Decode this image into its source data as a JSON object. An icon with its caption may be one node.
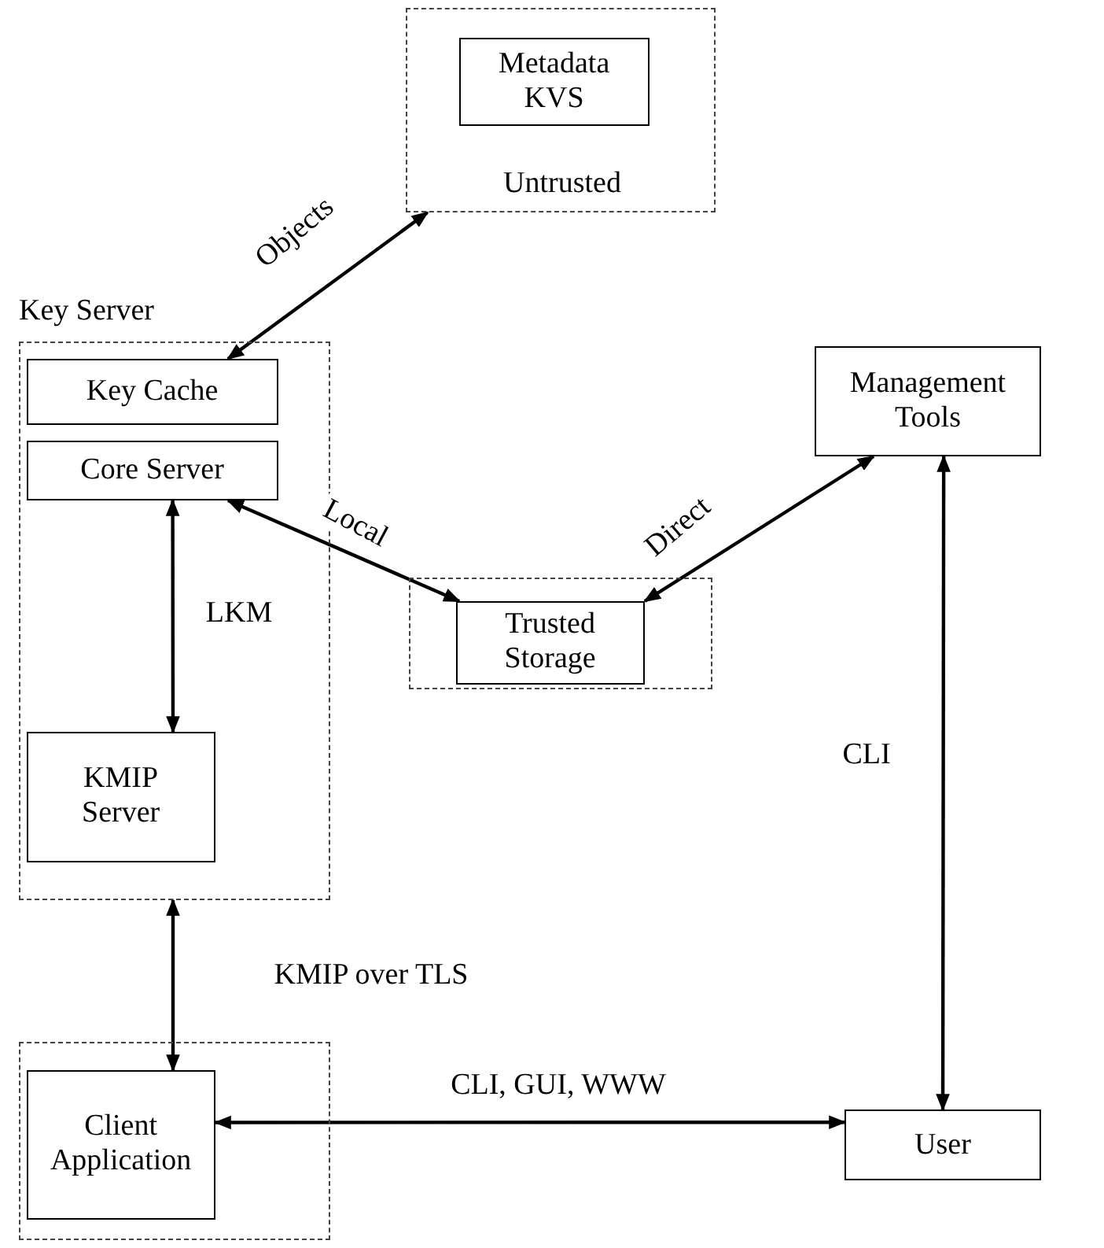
{
  "diagram": {
    "nodes": [
      {
        "text": [
          "Untrusted"
        ]
      },
      {
        "text": [
          "Metadata KVS"
        ],
        "in": 0
      },
      {
        "text": [
          "Key Server"
        ]
      },
      {
        "text": [
          "Key Cache"
        ],
        "in": 2
      },
      {
        "text": [
          "Core Server"
        ],
        "in": 2
      },
      {
        "text": [
          "KMIP Server"
        ],
        "in": 2
      },
      {
        "text": [
          "Management Tools"
        ]
      },
      {
        "text": [],
        "shape": "box"
      },
      {
        "text": [
          "Trusted Storage"
        ],
        "in": 7
      },
      {
        "text": [],
        "shape": "box"
      },
      {
        "text": [
          "Client Application"
        ],
        "in": 9
      },
      {
        "text": [
          "User"
        ]
      }
    ],
    "edges": [
      {
        "from": 0,
        "to": 3,
        "arrow": "both",
        "label": "Objects"
      },
      {
        "from": 4,
        "to": 8,
        "arrow": "both",
        "label": "Local"
      },
      {
        "from": 6,
        "to": 8,
        "arrow": "both",
        "label": "Direct"
      },
      {
        "from": 4,
        "to": 5,
        "arrow": "both",
        "label": "LKM"
      },
      {
        "from": 2,
        "to": 10,
        "arrow": "both",
        "label": "KMIP over TLS"
      },
      {
        "from": 10,
        "to": 11,
        "arrow": "both",
        "label": "CLI, GUI, WWW"
      },
      {
        "from": 6,
        "to": 11,
        "arrow": "both",
        "label": "CLI"
      }
    ]
  }
}
